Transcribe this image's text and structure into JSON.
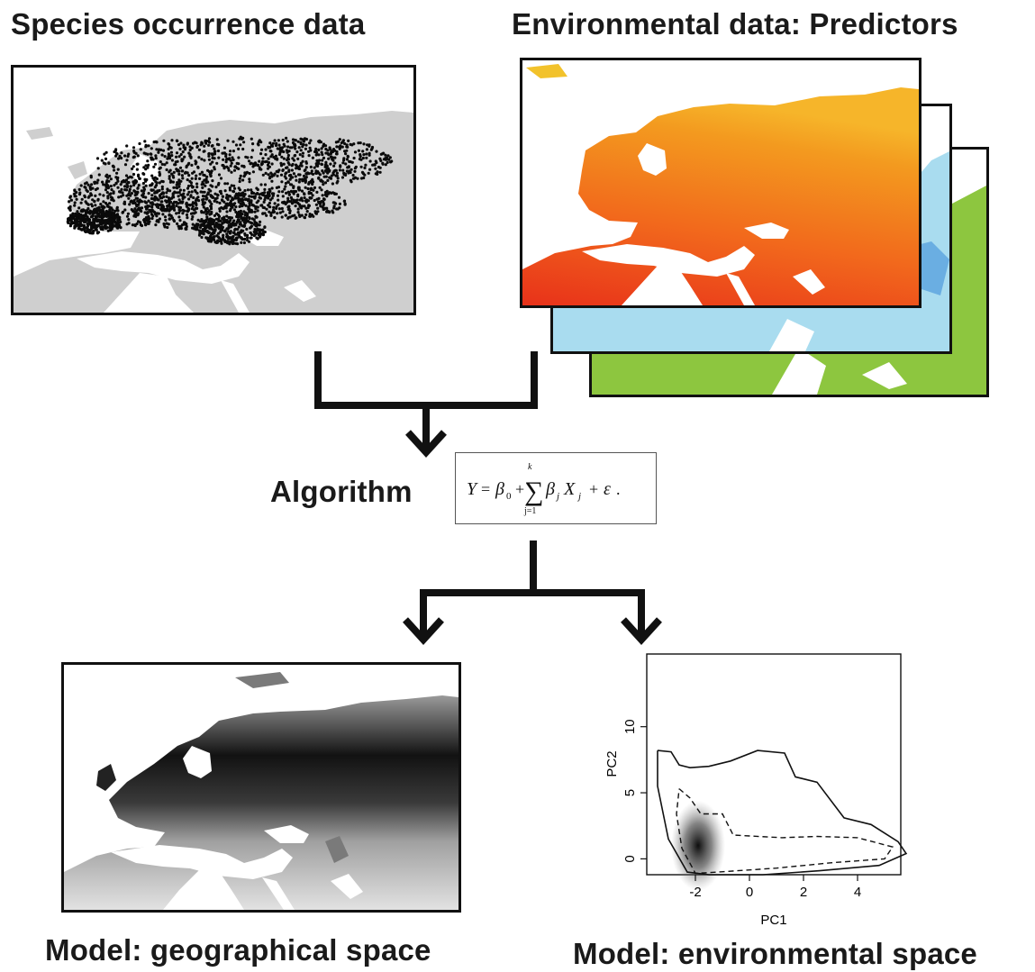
{
  "titles": {
    "occurrence": "Species occurrence data",
    "environmental": "Environmental data: Predictors",
    "algorithm": "Algorithm",
    "model_geo": "Model: geographical space",
    "model_env": "Model: environmental space"
  },
  "equation": {
    "lhs": "Y",
    "beta0": "β",
    "beta0_sub": "0",
    "sum_upper": "k",
    "sum_lower": "j=1",
    "term": "β",
    "term_sub": "j",
    "x": "X",
    "x_sub": "j",
    "epsilon": "ε",
    "end": "."
  },
  "colors": {
    "land_gray": "#cfcfcf",
    "occurrence_points": "#0a0a0a",
    "temperature_warm": "#e8321a",
    "temperature_mid": "#f39a1f",
    "precip_blue": "#a9dcef",
    "green_layer": "#8dc63f",
    "arrow": "#111111"
  },
  "chart_data": {
    "type": "scatter",
    "xlabel": "PC1",
    "ylabel": "PC2",
    "xticks": [
      "-2",
      "0",
      "2",
      "4"
    ],
    "yticks": [
      "0",
      "5",
      "10"
    ],
    "xlim": [
      -3.8,
      5.6
    ],
    "ylim": [
      -1.2,
      15.5
    ],
    "grid": false,
    "outer_envelope": [
      [
        -3.4,
        8.2
      ],
      [
        -2.9,
        8.1
      ],
      [
        -2.6,
        7.1
      ],
      [
        -2.2,
        6.9
      ],
      [
        -1.5,
        7.0
      ],
      [
        -0.7,
        7.4
      ],
      [
        0.3,
        8.2
      ],
      [
        1.3,
        8.0
      ],
      [
        1.7,
        6.2
      ],
      [
        2.5,
        5.8
      ],
      [
        3.5,
        3.1
      ],
      [
        4.5,
        2.6
      ],
      [
        5.5,
        1.3
      ],
      [
        5.8,
        0.4
      ],
      [
        4.8,
        -0.5
      ],
      [
        2.6,
        -0.9
      ],
      [
        0.5,
        -1.2
      ],
      [
        -1.5,
        -1.2
      ],
      [
        -2.3,
        -1.0
      ],
      [
        -3.0,
        1.5
      ],
      [
        -3.4,
        5.5
      ],
      [
        -3.4,
        8.2
      ]
    ],
    "inner_envelope": [
      [
        -2.6,
        5.3
      ],
      [
        -2.2,
        4.6
      ],
      [
        -1.8,
        3.4
      ],
      [
        -1.0,
        3.4
      ],
      [
        -0.6,
        1.8
      ],
      [
        1.2,
        1.6
      ],
      [
        2.5,
        1.7
      ],
      [
        4.0,
        1.6
      ],
      [
        5.3,
        0.9
      ],
      [
        5.0,
        0.0
      ],
      [
        3.0,
        -0.3
      ],
      [
        1.0,
        -0.7
      ],
      [
        -1.2,
        -1.0
      ],
      [
        -2.0,
        -1.1
      ],
      [
        -2.5,
        0.8
      ],
      [
        -2.7,
        3.4
      ],
      [
        -2.6,
        5.3
      ]
    ],
    "density_peak": [
      -1.9,
      1.0
    ]
  }
}
